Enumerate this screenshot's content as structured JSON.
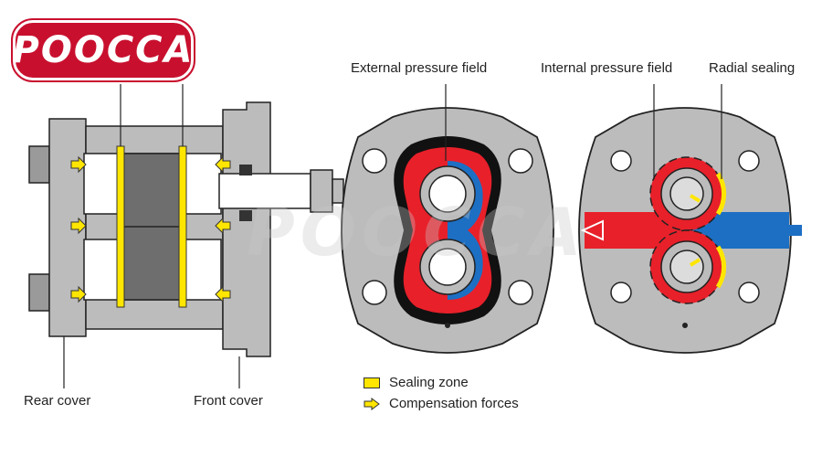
{
  "logo": {
    "text": "POOCCA",
    "color": "#c8102e"
  },
  "watermark": "POOCCA",
  "labels": {
    "rear_cover": "Rear cover",
    "front_cover": "Front cover",
    "external_pressure_field": "External pressure field",
    "internal_pressure_field": "Internal pressure field",
    "radial_sealing": "Radial sealing"
  },
  "legend": {
    "sealing_zone": "Sealing zone",
    "compensation_forces": "Compensation forces"
  },
  "colors": {
    "housing": "#bcbcbc",
    "high_pressure": "#e8202a",
    "low_pressure": "#1d6fc4",
    "sealing": "#ffe600"
  }
}
